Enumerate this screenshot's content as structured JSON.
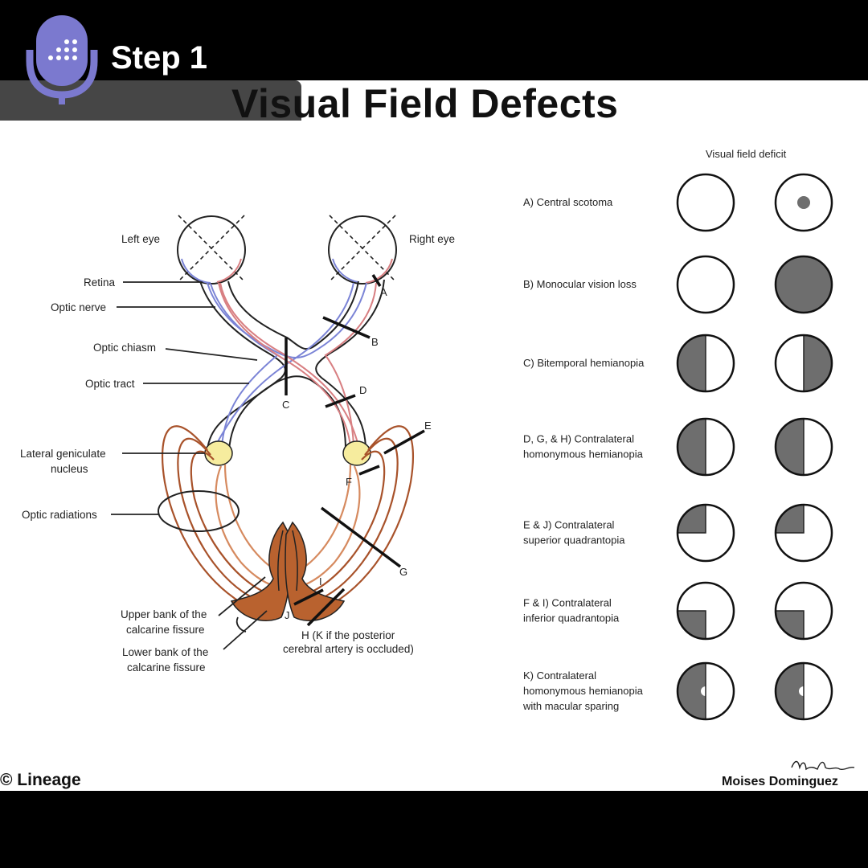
{
  "header": {
    "step_label": "Step 1"
  },
  "title": "Visual Field Defects",
  "anatomy": {
    "left_eye": "Left eye",
    "right_eye": "Right eye",
    "retina": "Retina",
    "optic_nerve": "Optic nerve",
    "optic_chiasm": "Optic chiasm",
    "optic_tract": "Optic tract",
    "lgn_line1": "Lateral geniculate",
    "lgn_line2": "nucleus",
    "optic_radiations": "Optic radiations",
    "upper_bank_line1": "Upper bank of the",
    "upper_bank_line2": "calcarine fissure",
    "lower_bank_line1": "Lower bank of the",
    "lower_bank_line2": "calcarine fissure",
    "h_note_line1": "H (K if the posterior",
    "h_note_line2": "cerebral artery is occluded)"
  },
  "lesion_letters": {
    "A": "A",
    "B": "B",
    "C": "C",
    "D": "D",
    "E": "E",
    "F": "F",
    "G": "G",
    "I": "I",
    "J": "J"
  },
  "deficits": {
    "header": "Visual field deficit",
    "items": [
      {
        "lines": [
          "A) Central scotoma"
        ],
        "left": "normal",
        "right": "central-dot"
      },
      {
        "lines": [
          "B) Monocular vision loss"
        ],
        "left": "normal",
        "right": "full"
      },
      {
        "lines": [
          "C) Bitemporal hemianopia"
        ],
        "left": "left-half",
        "right": "right-half"
      },
      {
        "lines": [
          "D, G, & H) Contralateral",
          "homonymous hemianopia"
        ],
        "left": "left-half",
        "right": "left-half"
      },
      {
        "lines": [
          "E & J) Contralateral",
          "superior quadrantopia"
        ],
        "left": "upper-left-quadrant",
        "right": "upper-left-quadrant"
      },
      {
        "lines": [
          "F & I) Contralateral",
          "inferior quadrantopia"
        ],
        "left": "lower-left-quadrant",
        "right": "lower-left-quadrant"
      },
      {
        "lines": [
          "K) Contralateral",
          "homonymous hemianopia",
          "with macular sparing"
        ],
        "left": "left-half-sparing",
        "right": "left-half-sparing"
      }
    ]
  },
  "footer": {
    "copyright": "© Lineage",
    "author": "Moises Dominguez"
  },
  "colors": {
    "defect_fill": "#6e6e6e",
    "radiation": "#a8522a",
    "tract_blue": "#7b84d6",
    "tract_red": "#d87f82",
    "lgn": "#f6ec9e",
    "mic": "#7b79cf"
  },
  "icons": {
    "mic": "microphone-icon"
  }
}
